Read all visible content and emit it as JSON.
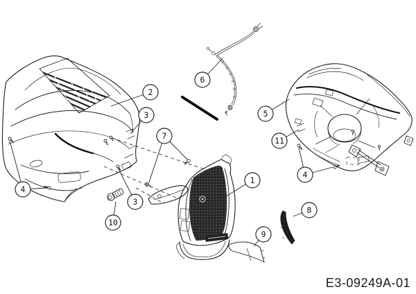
{
  "diagram": {
    "drawing_number": "E3-09249A-01",
    "ink_color": "#1c1c1c",
    "background_color": "#ffffff",
    "callouts": [
      {
        "label": "1"
      },
      {
        "label": "2"
      },
      {
        "label": "3"
      },
      {
        "label": "3"
      },
      {
        "label": "4"
      },
      {
        "label": "4"
      },
      {
        "label": "5"
      },
      {
        "label": "6"
      },
      {
        "label": "7"
      },
      {
        "label": "8"
      },
      {
        "label": "9"
      },
      {
        "label": "10"
      },
      {
        "label": "11"
      }
    ]
  }
}
